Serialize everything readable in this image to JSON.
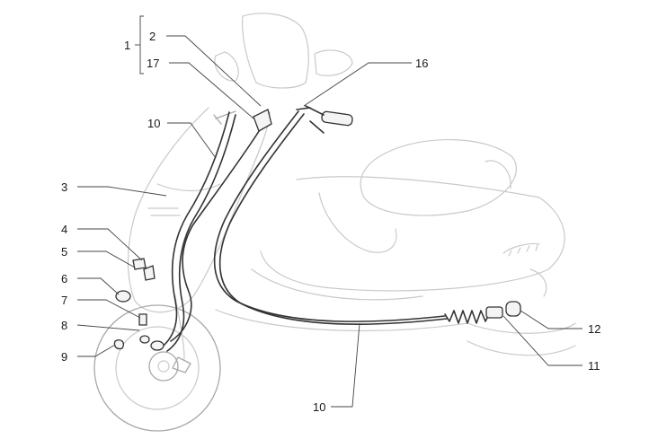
{
  "diagram": {
    "callouts": [
      {
        "id": "c1",
        "text": "1"
      },
      {
        "id": "c2",
        "text": "2"
      },
      {
        "id": "c17",
        "text": "17"
      },
      {
        "id": "c16",
        "text": "16"
      },
      {
        "id": "c10a",
        "text": "10"
      },
      {
        "id": "c3",
        "text": "3"
      },
      {
        "id": "c4",
        "text": "4"
      },
      {
        "id": "c5",
        "text": "5"
      },
      {
        "id": "c6",
        "text": "6"
      },
      {
        "id": "c7",
        "text": "7"
      },
      {
        "id": "c8",
        "text": "8"
      },
      {
        "id": "c9",
        "text": "9"
      },
      {
        "id": "c12",
        "text": "12"
      },
      {
        "id": "c11",
        "text": "11"
      },
      {
        "id": "c10b",
        "text": "10"
      }
    ]
  }
}
